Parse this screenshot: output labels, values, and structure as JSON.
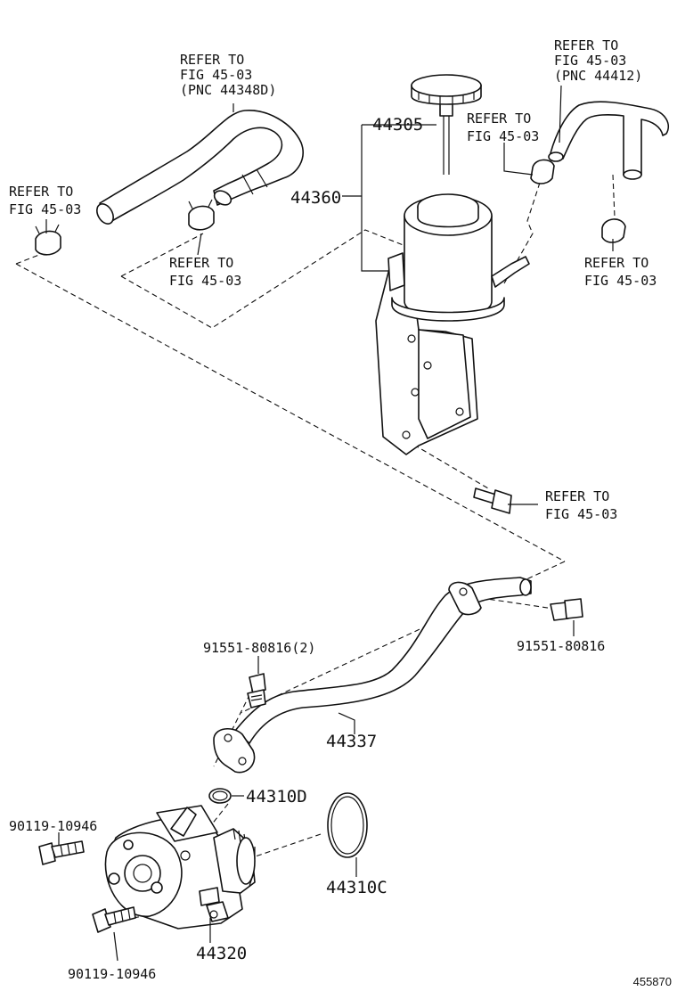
{
  "callouts": {
    "hose_top_ref": [
      "REFER TO",
      "FIG 45-03",
      "(PNC 44348D)"
    ],
    "pipe_top_ref": [
      "REFER TO",
      "FIG 45-03",
      "(PNC 44412)"
    ],
    "clamp_left_ref": [
      "REFER TO",
      "FIG 45-03"
    ],
    "clamp_mid_ref": [
      "REFER TO",
      "FIG 45-03"
    ],
    "clamp_upper_right_ref": [
      "REFER TO",
      "FIG 45-03"
    ],
    "clamp_right_ref": [
      "REFER TO",
      "FIG 45-03"
    ],
    "bolt_bracket_ref": [
      "REFER TO",
      "FIG 45-03"
    ]
  },
  "parts": {
    "cap": "44305",
    "reservoir": "44360",
    "pipe": "44337",
    "oring_d": "44310D",
    "oring_c": "44310C",
    "pump": "44320",
    "bolt_pipe_left": "91551-80816(2)",
    "bolt_pipe_right": "91551-80816",
    "bolt_pump_upper": "90119-10946",
    "bolt_pump_lower": "90119-10946"
  },
  "figure_id": "455870"
}
